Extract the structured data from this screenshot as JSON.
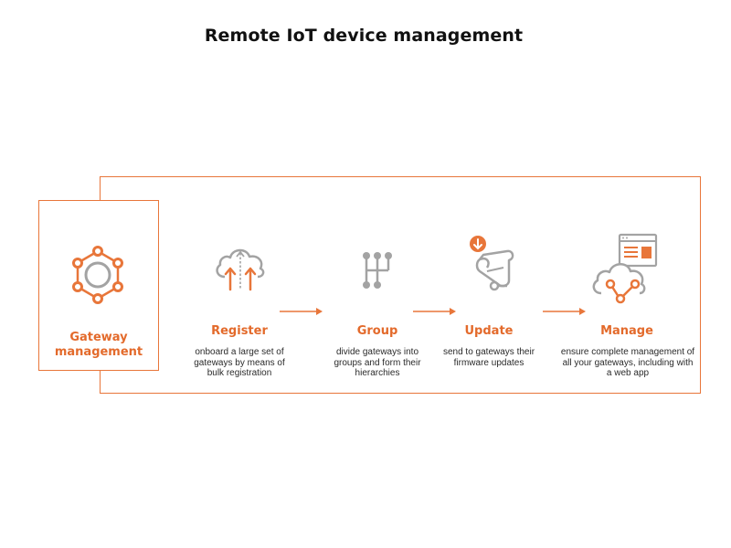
{
  "title": "Remote IoT device management",
  "gateway": {
    "title": "Gateway management"
  },
  "steps": [
    {
      "title": "Register",
      "description": "onboard a large set of gateways by means of bulk registration",
      "icon": "cloud-upload-icon"
    },
    {
      "title": "Group",
      "description": "divide gateways into groups and form their hierarchies",
      "icon": "group-hierarchy-icon"
    },
    {
      "title": "Update",
      "description": "send to gateways their firmware updates",
      "icon": "firmware-scroll-icon"
    },
    {
      "title": "Manage",
      "description": "ensure complete management of all your gateways, including with a web app",
      "icon": "cloud-web-app-icon"
    }
  ],
  "colors": {
    "accent": "#e8763a",
    "icon_gray": "#a3a3a3",
    "text": "#2a2a2a"
  }
}
